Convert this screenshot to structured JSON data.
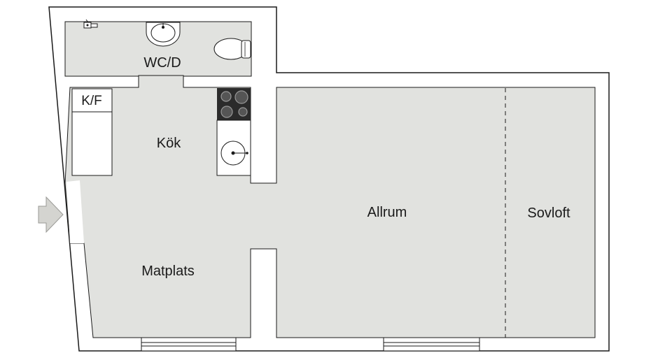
{
  "rooms": {
    "wc": "WC/D",
    "kf": "K/F",
    "kok": "Kök",
    "matplats": "Matplats",
    "allrum": "Allrum",
    "sovloft": "Sovloft"
  },
  "colors": {
    "wall": "#ffffff",
    "wall_stroke": "#1a1a1a",
    "floor": "#e1e2df",
    "stove": "#2b2b2b",
    "entrance_arrow": "#d4d4d0"
  },
  "icons": [
    "entrance-arrow-icon",
    "washbasin-icon",
    "toilet-icon",
    "faucet-icon",
    "stove-icon",
    "kitchen-sink-icon",
    "window-icon"
  ]
}
